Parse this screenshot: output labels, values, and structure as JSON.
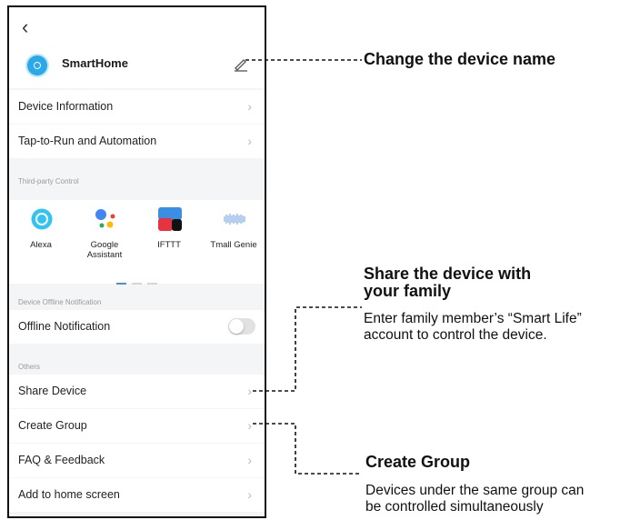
{
  "phone": {
    "back_icon": "chevron-left-icon",
    "device_name": "SmartHome",
    "menu_top": [
      {
        "label": "Device Information"
      },
      {
        "label": "Tap-to-Run and Automation"
      }
    ],
    "third_party_header": "Third-party Control",
    "apps": [
      {
        "name": "Alexa",
        "icon": "alexa-icon"
      },
      {
        "name": "Google Assistant",
        "icon": "google-assistant-icon"
      },
      {
        "name": "IFTTT",
        "icon": "ifttt-icon"
      },
      {
        "name": "Tmall Genie",
        "icon": "tmall-genie-icon"
      }
    ],
    "offline_header": "Device Offline Notification",
    "offline_label": "Offline Notification",
    "offline_enabled": false,
    "others_header": "Others",
    "menu_others": [
      {
        "label": "Share Device"
      },
      {
        "label": "Create Group"
      },
      {
        "label": "FAQ & Feedback"
      },
      {
        "label": "Add to home screen"
      }
    ]
  },
  "annotations": {
    "change_name_title": "Change the device name",
    "share_title_line1": "Share the device with",
    "share_title_line2": "your family",
    "share_desc_line1": "Enter family member’s “Smart Life”",
    "share_desc_line2": "account to control the device.",
    "group_title": "Create Group",
    "group_desc_line1": "Devices under the same group can",
    "group_desc_line2": "be controlled simultaneously"
  },
  "colors": {
    "accent": "#2aa8e8",
    "page_indicator_active": "#4a8fe0",
    "section_bg": "#f4f5f7"
  }
}
